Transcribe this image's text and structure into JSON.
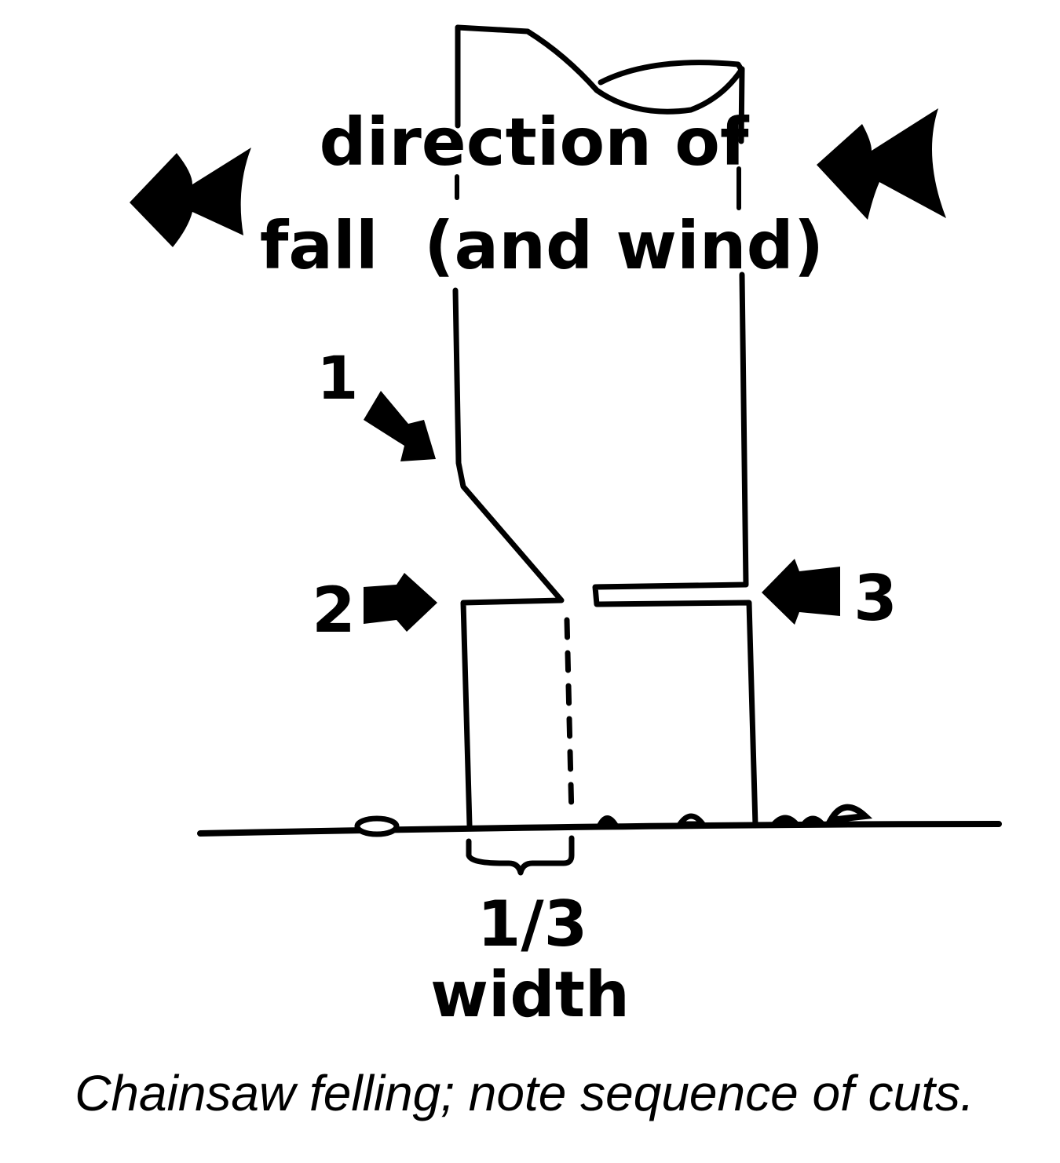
{
  "diagram": {
    "heading_line1": "direction of",
    "heading_line2": "fall  (and wind)",
    "cut_labels": [
      "1",
      "2",
      "3"
    ],
    "measure_fraction": "1/3",
    "measure_word": "width",
    "caption": "Chainsaw felling; note sequence of cuts."
  },
  "colors": {
    "ink": "#000000",
    "paper": "#ffffff"
  }
}
